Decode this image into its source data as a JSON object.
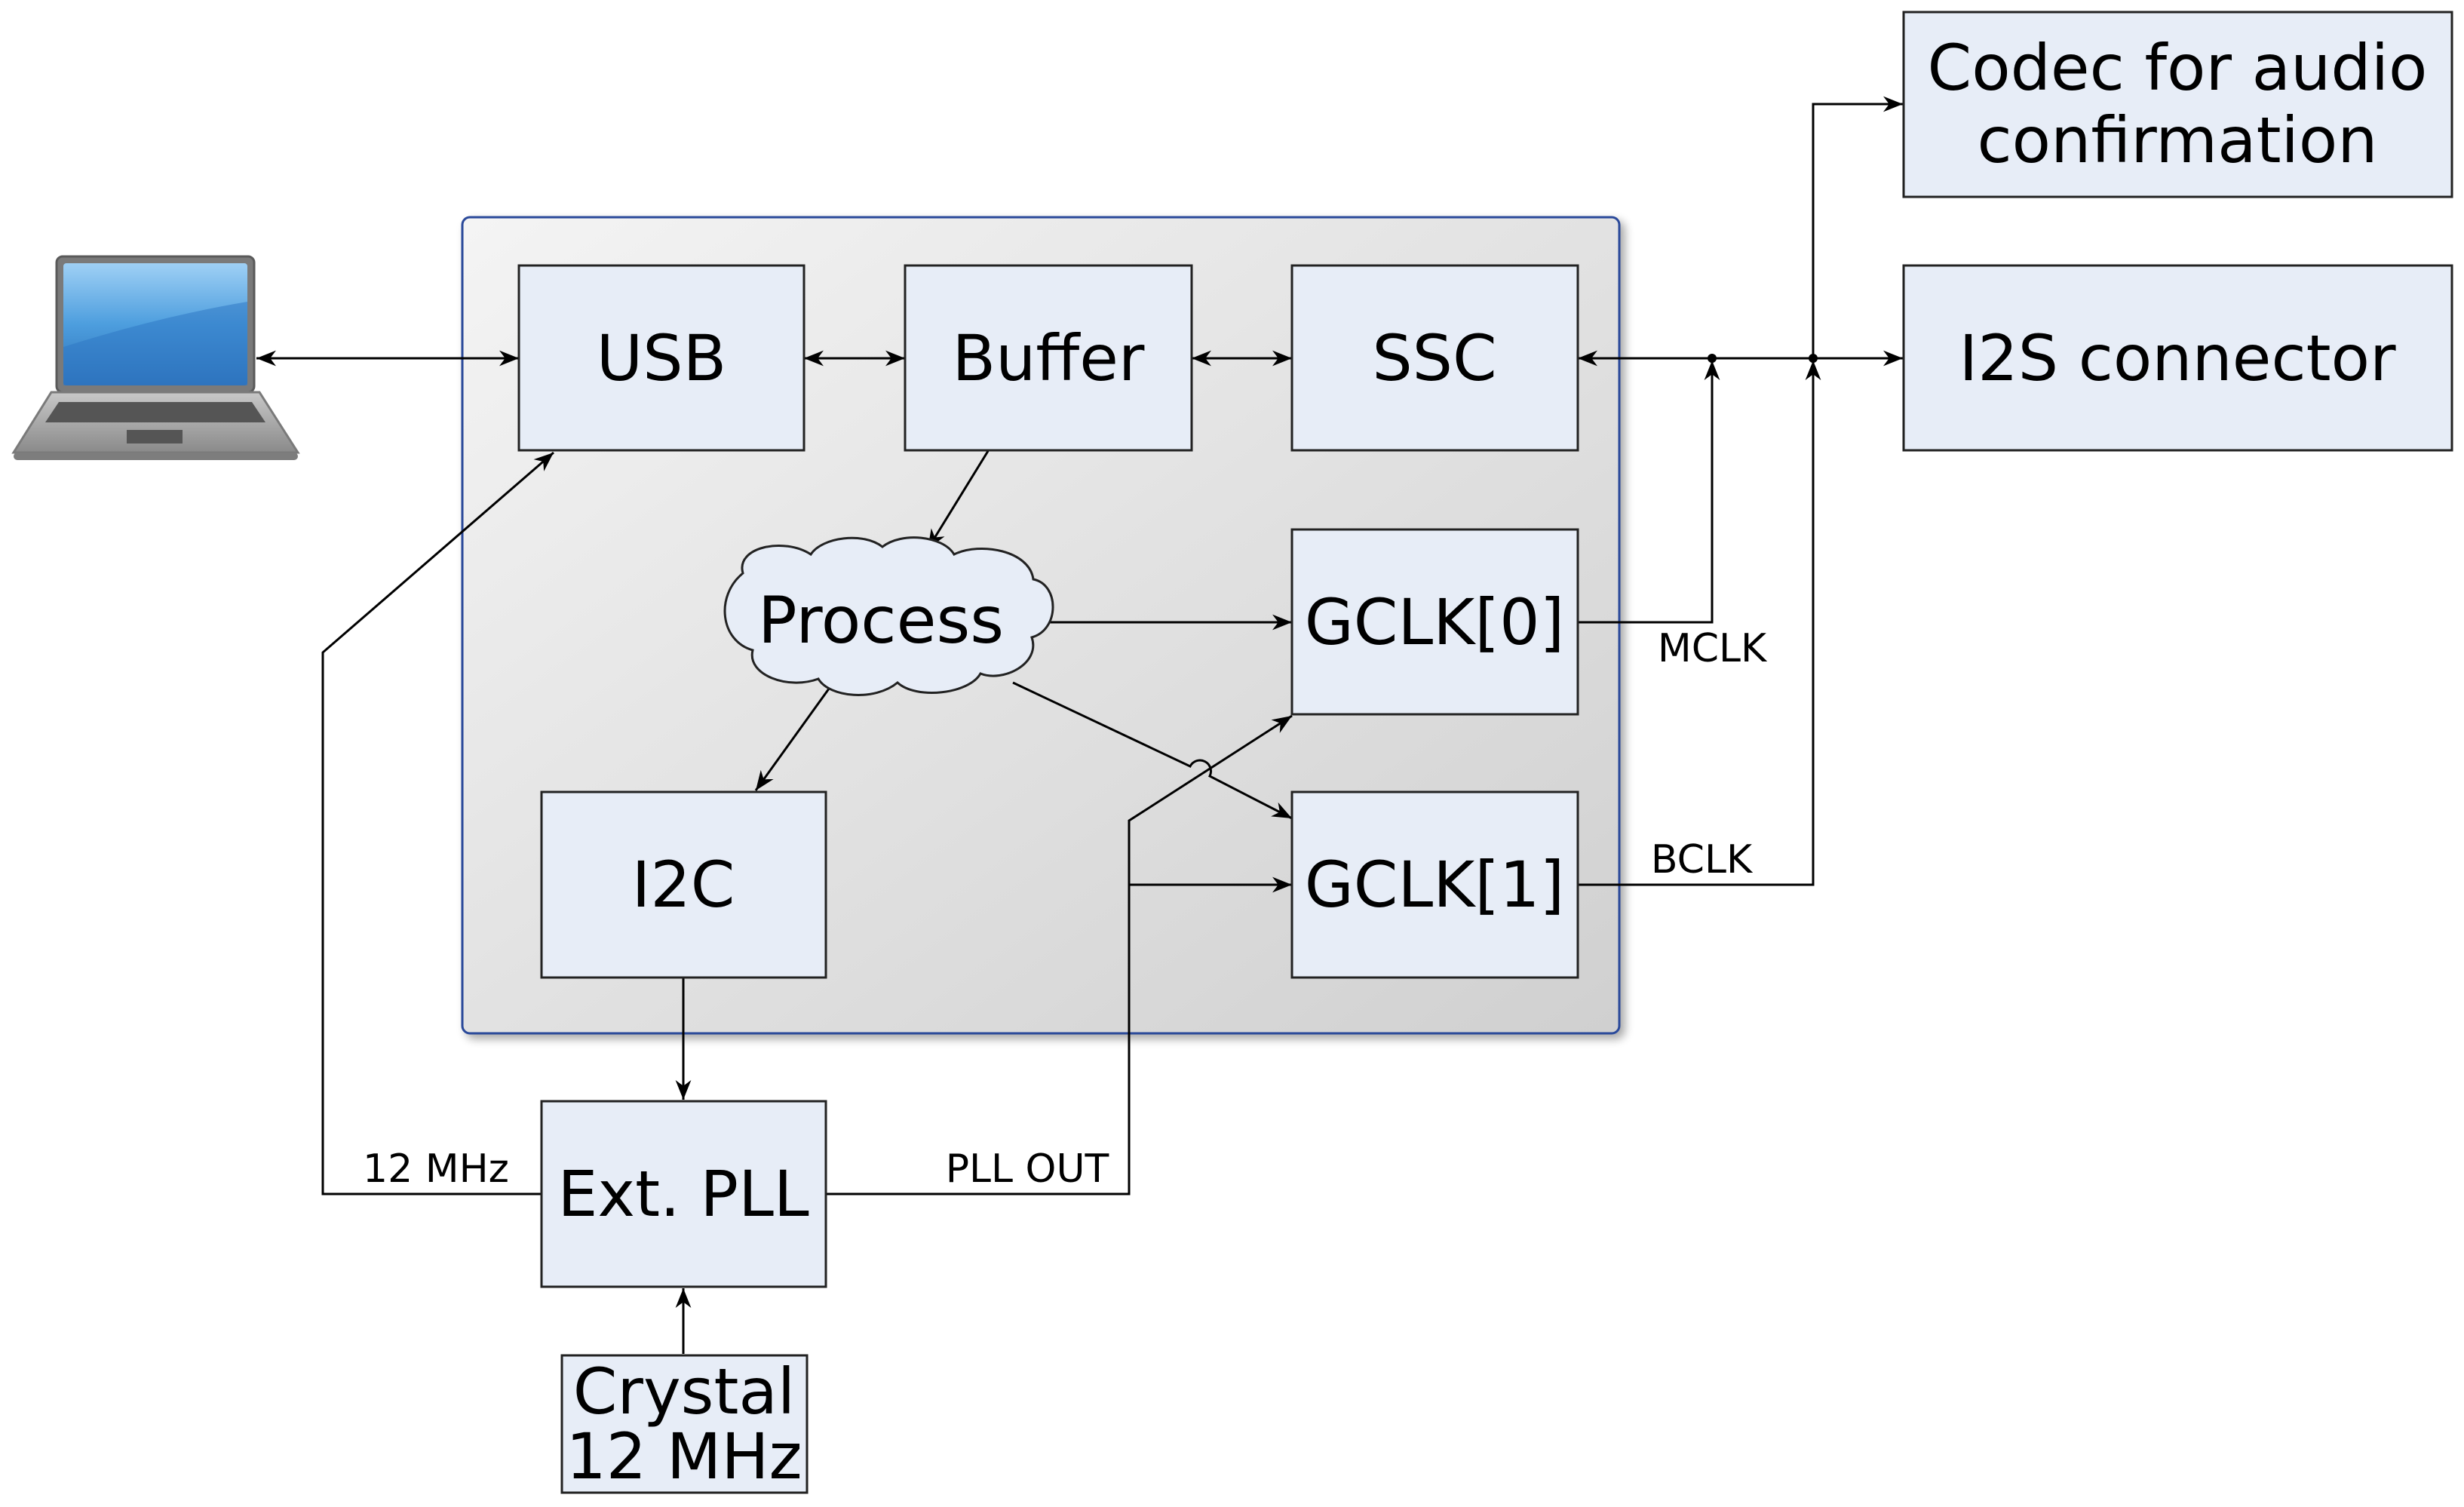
{
  "blocks": {
    "usb": "USB",
    "buffer": "Buffer",
    "ssc": "SSC",
    "process": "Process",
    "gclk0": "GCLK[0]",
    "gclk1": "GCLK[1]",
    "i2c": "I2C",
    "ext_pll": "Ext. PLL",
    "crystal": [
      "Crystal",
      "12 MHz"
    ],
    "codec": [
      "Codec for audio",
      "confirmation"
    ],
    "i2s": "I2S connector"
  },
  "signals": {
    "mclk": "MCLK",
    "bclk": "BCLK",
    "freq_12mhz": "12 MHz",
    "pll_out": "PLL OUT"
  },
  "icons": {
    "host": "laptop-icon"
  },
  "colors": {
    "block_fill": "#e7edf7",
    "container_border": "#2a4a9a",
    "container_light": "#f3f3f3",
    "container_dark": "#d3d3d3",
    "laptop_screen": "#3f8fd6"
  }
}
